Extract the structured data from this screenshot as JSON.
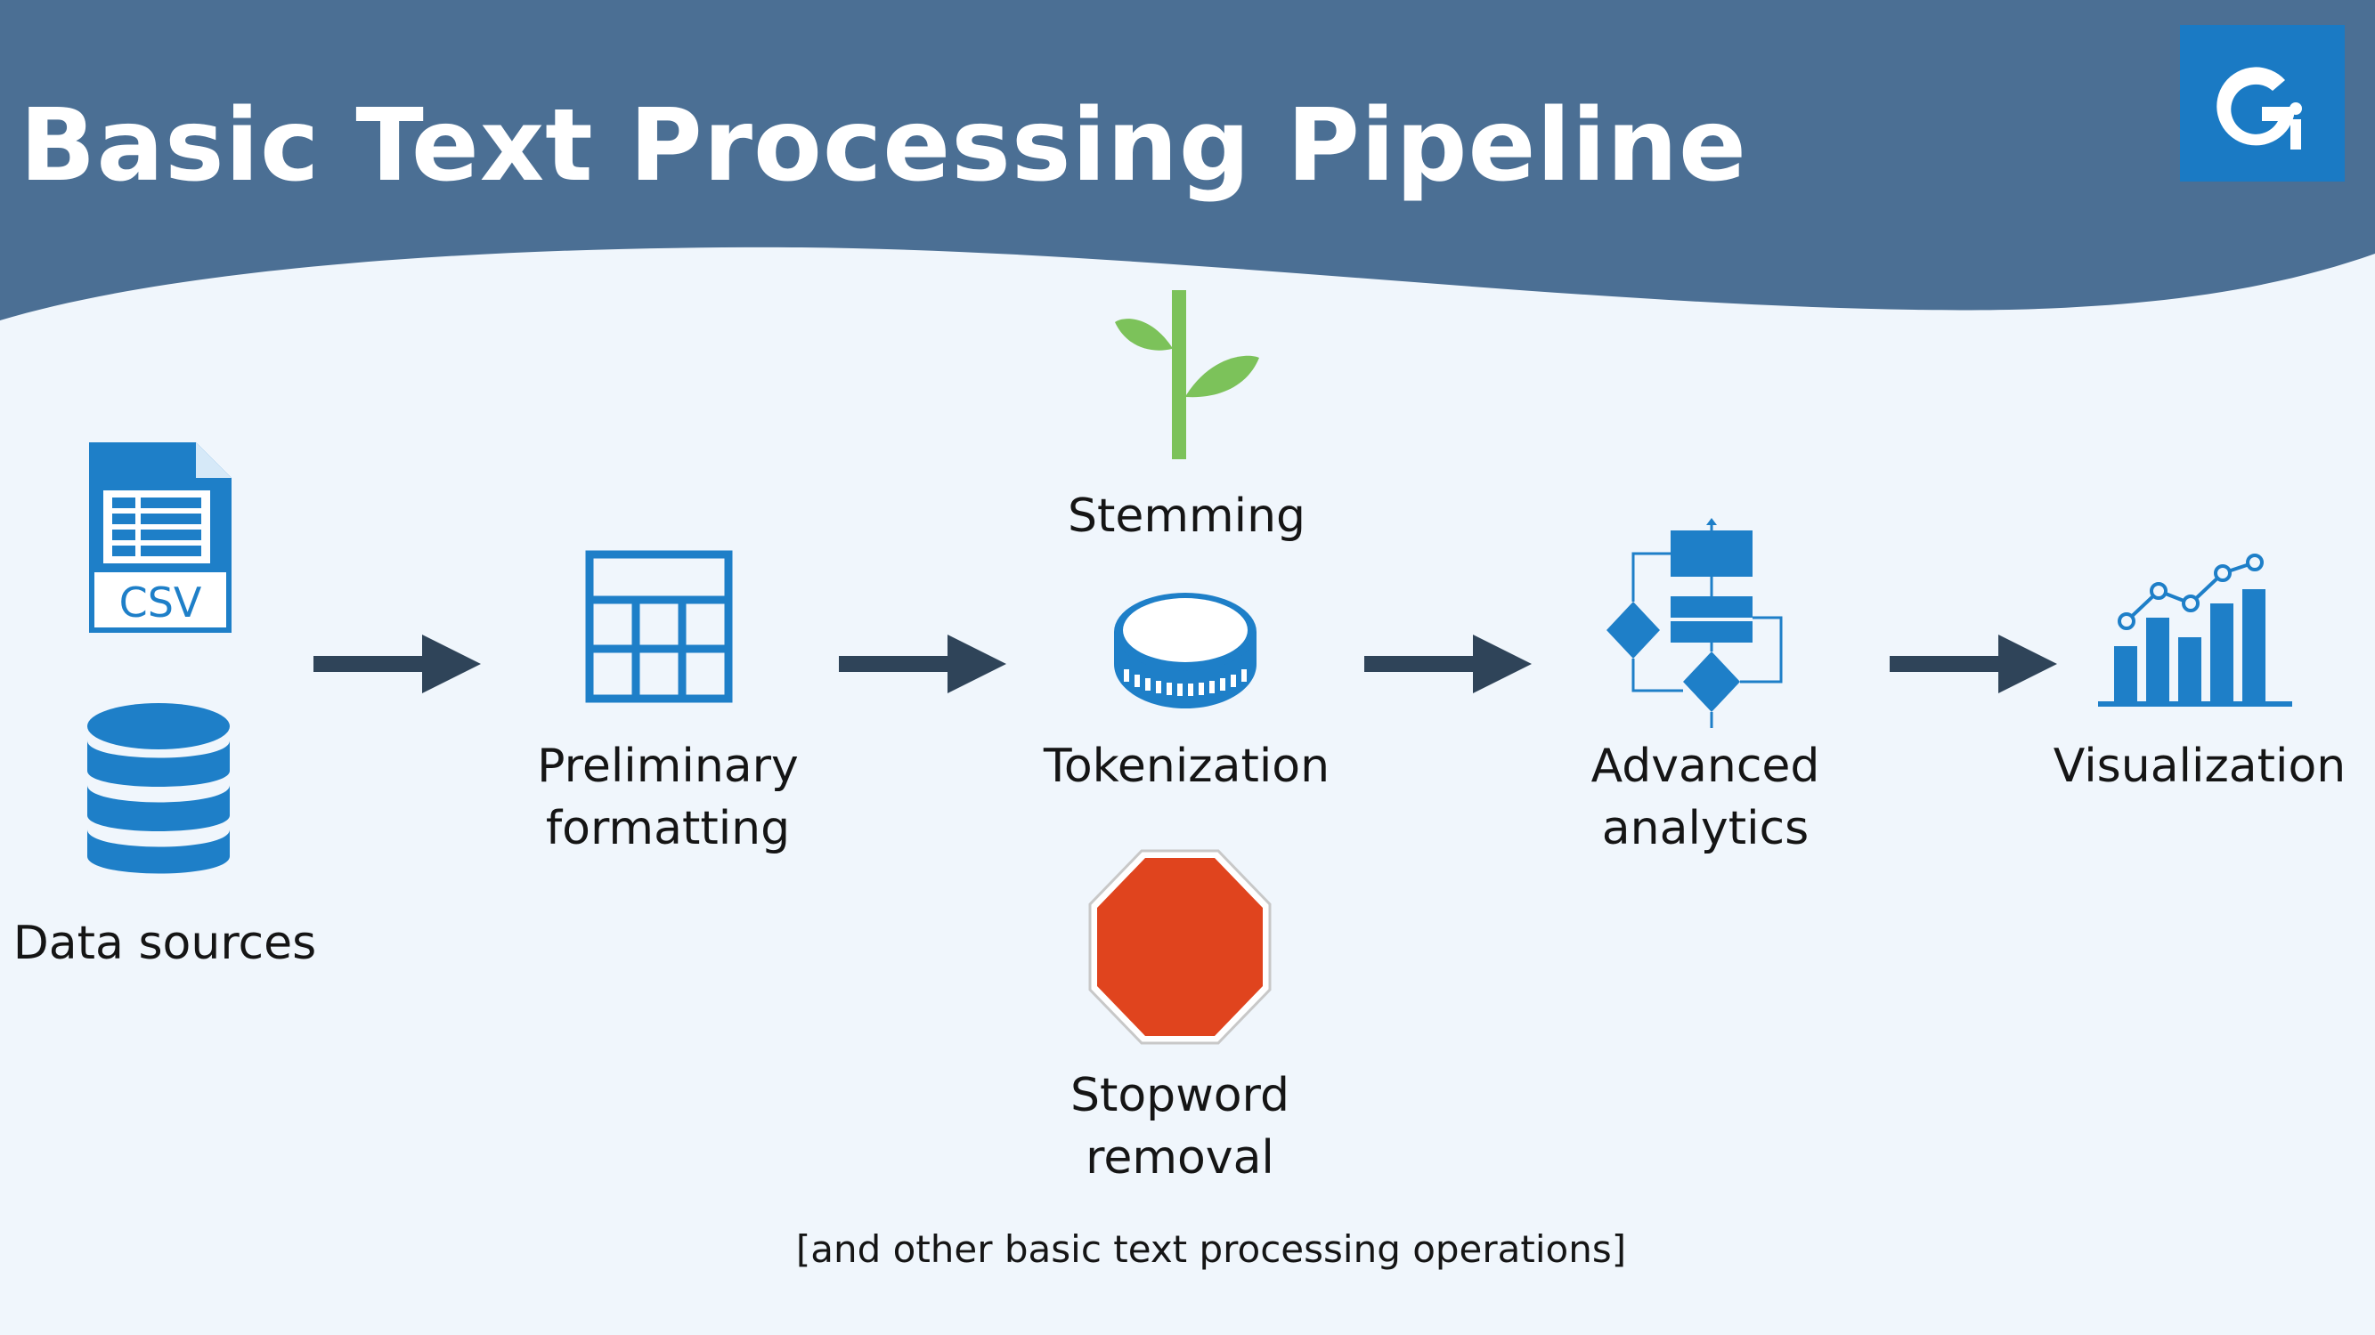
{
  "title": "Basic Text Processing Pipeline",
  "logo": {
    "icon": "gi-logo-icon",
    "text": "Gi",
    "color": "#1a7ac4"
  },
  "colors": {
    "banner": "#4b6f94",
    "background": "#f0f6fc",
    "icon_blue": "#1e7fc8",
    "arrow": "#2f4459",
    "stem_green": "#7cc25a",
    "stop_red": "#e0441e"
  },
  "nodes": {
    "data_sources": {
      "label": "Data sources",
      "icons": [
        "csv-file-icon",
        "database-icon"
      ],
      "csv_text": "CSV"
    },
    "preliminary_formatting": {
      "label_line1": "Preliminary",
      "label_line2": "formatting",
      "icon": "table-grid-icon"
    },
    "stemming": {
      "label": "Stemming",
      "icon": "plant-sprout-icon"
    },
    "tokenization": {
      "label": "Tokenization",
      "icon": "coin-icon"
    },
    "stopword_removal": {
      "label_line1": "Stopword",
      "label_line2": "removal",
      "icon": "stop-sign-icon"
    },
    "advanced_analytics": {
      "label_line1": "Advanced",
      "label_line2": "analytics",
      "icon": "flowchart-icon"
    },
    "visualization": {
      "label": "Visualization",
      "icon": "bar-line-chart-icon"
    }
  },
  "note": "[and other basic text processing operations]"
}
